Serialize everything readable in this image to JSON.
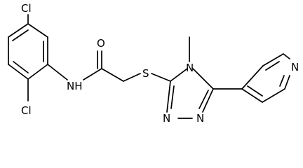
{
  "molecule": {
    "atom_labels": {
      "cl_top": "Cl",
      "cl_bottom": "Cl",
      "nh": "NH",
      "o": "O",
      "s": "S",
      "n_methyl": "N",
      "n_triazole_left": "N",
      "n_triazole_right": "N",
      "n_pyridine": "N"
    }
  }
}
